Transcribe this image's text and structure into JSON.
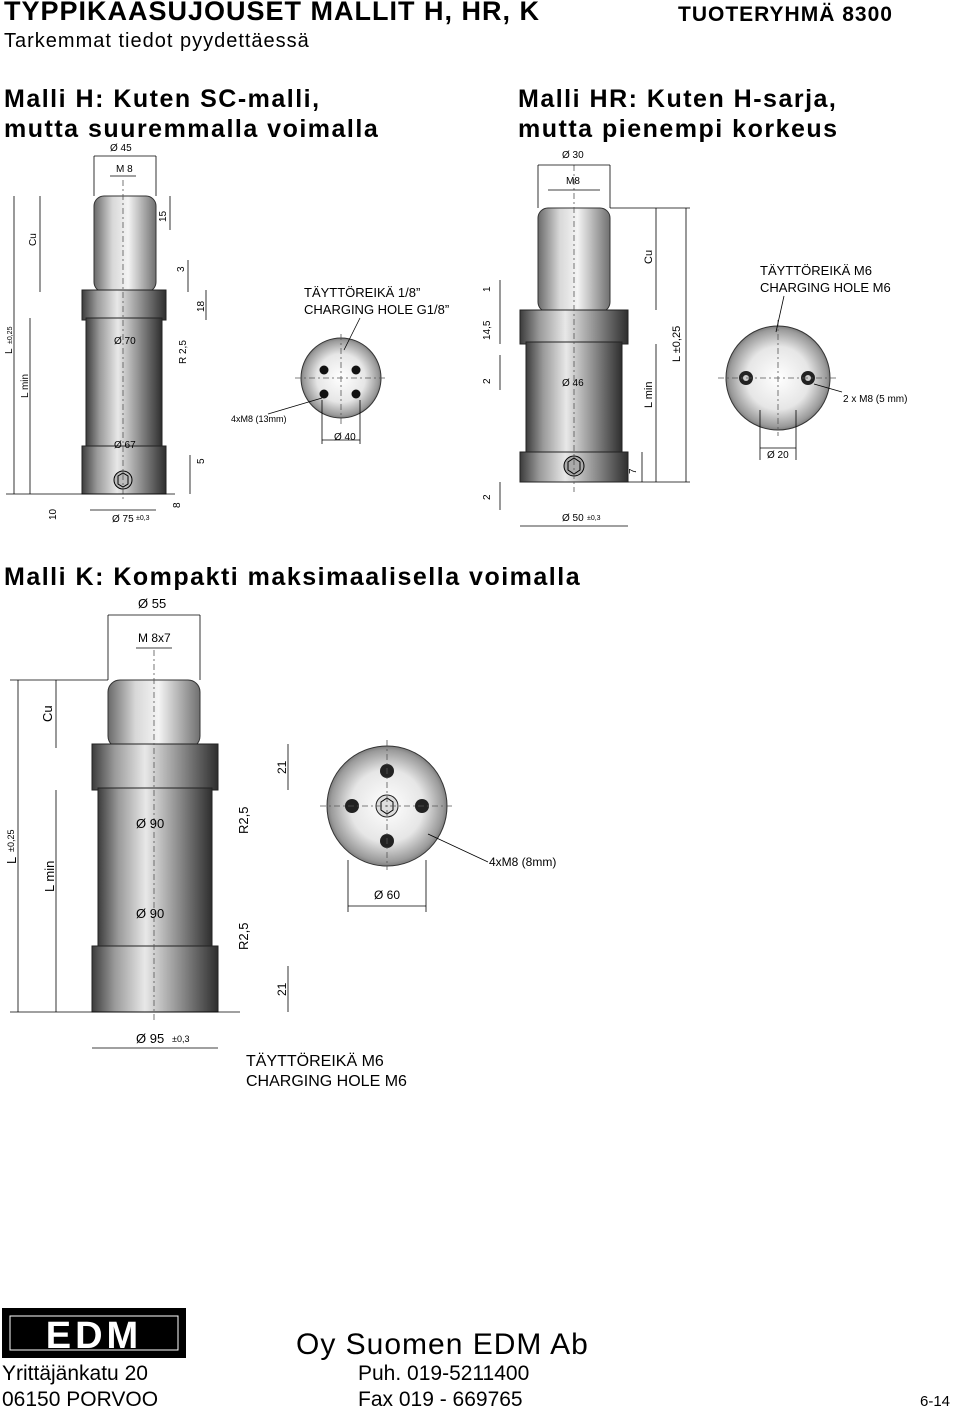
{
  "header": {
    "title": "TYPPIKAASUJOUSET MALLIT H, HR, K",
    "subtitle": "Tarkemmat tiedot pyydettäessä",
    "group": "TUOTERYHMÄ 8300"
  },
  "model_h": {
    "heading_line1": "Malli H: Kuten SC-malli,",
    "heading_line2": "mutta suuremmalla voimalla",
    "callout_line1": "TÄYTTÖREIKÄ 1/8”",
    "callout_line2": "CHARGING HOLE G1/8”",
    "dims": {
      "d45": "Ø 45",
      "m8": "M 8",
      "d15": "15",
      "cu": "Cu",
      "d3": "3",
      "d18": "18",
      "d70": "Ø 70",
      "r25": "R 2,5",
      "l": "L",
      "l_tol": "±0,25",
      "lmin": "L min",
      "d67": "Ø 67",
      "d5": "5",
      "d10": "10",
      "d8": "8",
      "d75": "Ø 75",
      "d75_tol": "±0,3",
      "holes": "4xM8 (13mm)",
      "d40": "Ø 40"
    }
  },
  "model_hr": {
    "heading_line1": "Malli HR: Kuten H-sarja,",
    "heading_line2": "mutta pienempi korkeus",
    "callout_line1": "TÄYTTÖREIKÄ M6",
    "callout_line2": "CHARGING HOLE M6",
    "dims": {
      "d30": "Ø 30",
      "m8": "M8",
      "cu": "Cu",
      "d1": "1",
      "d145": "14,5",
      "d2a": "2",
      "l": "L ±0,25",
      "lmin": "L min",
      "d46": "Ø 46",
      "d7": "7",
      "d2b": "2",
      "d50": "Ø 50",
      "d50_tol": "±0,3",
      "holes": "2 x M8 (5 mm)",
      "d20": "Ø 20"
    }
  },
  "model_k": {
    "heading": "Malli K: Kompakti maksimaalisella voimalla",
    "callout_line1": "TÄYTTÖREIKÄ M6",
    "callout_line2": "CHARGING HOLE M6",
    "dims": {
      "d55": "Ø 55",
      "m8x7": "M 8x7",
      "cu": "Cu",
      "d21a": "21",
      "l": "L",
      "l_tol": "±0,25",
      "lmin": "L min",
      "d90a": "Ø  90",
      "r25a": "R2,5",
      "d90b": "Ø  90",
      "r25b": "R2,5",
      "d21b": "21",
      "d95": "Ø  95",
      "d95_tol": "±0,3",
      "holes": "4xM8 (8mm)",
      "d60": "Ø 60"
    }
  },
  "footer": {
    "logo_text": "EDM",
    "company": "Oy Suomen EDM Ab",
    "street": "Yrittäjänkatu 20",
    "city": "06150 PORVOO",
    "phone": "Puh. 019-5211400",
    "fax": "Fax  019 - 669765",
    "page": "6-14"
  }
}
